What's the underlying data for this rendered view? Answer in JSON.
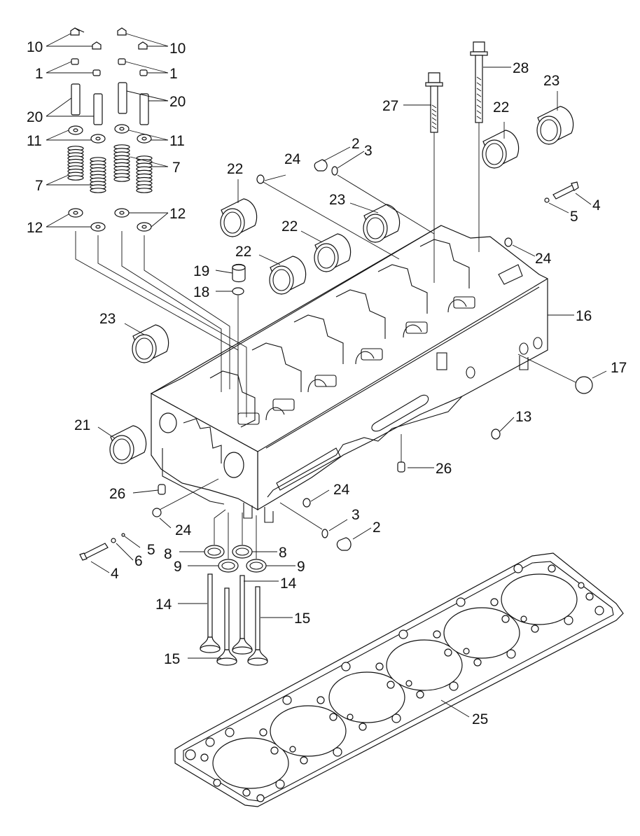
{
  "labels": [
    {
      "id": "c10a",
      "text": "10"
    },
    {
      "id": "c10b",
      "text": "10"
    },
    {
      "id": "c1a",
      "text": "1"
    },
    {
      "id": "c1b",
      "text": "1"
    },
    {
      "id": "c20a",
      "text": "20"
    },
    {
      "id": "c20b",
      "text": "20"
    },
    {
      "id": "c11a",
      "text": "11"
    },
    {
      "id": "c11b",
      "text": "11"
    },
    {
      "id": "c7a",
      "text": "7"
    },
    {
      "id": "c7b",
      "text": "7"
    },
    {
      "id": "c12a",
      "text": "12"
    },
    {
      "id": "c12b",
      "text": "12"
    },
    {
      "id": "c19",
      "text": "19"
    },
    {
      "id": "c18",
      "text": "18"
    },
    {
      "id": "c22a",
      "text": "22"
    },
    {
      "id": "c22b",
      "text": "22"
    },
    {
      "id": "c22c",
      "text": "22"
    },
    {
      "id": "c22d",
      "text": "22"
    },
    {
      "id": "c23a",
      "text": "23"
    },
    {
      "id": "c23b",
      "text": "23"
    },
    {
      "id": "c23c",
      "text": "23"
    },
    {
      "id": "c24a",
      "text": "24"
    },
    {
      "id": "c24b",
      "text": "24"
    },
    {
      "id": "c24c",
      "text": "24"
    },
    {
      "id": "c24d",
      "text": "24"
    },
    {
      "id": "c2a",
      "text": "2"
    },
    {
      "id": "c2b",
      "text": "2"
    },
    {
      "id": "c3a",
      "text": "3"
    },
    {
      "id": "c3b",
      "text": "3"
    },
    {
      "id": "c27",
      "text": "27"
    },
    {
      "id": "c28",
      "text": "28"
    },
    {
      "id": "c4a",
      "text": "4"
    },
    {
      "id": "c4b",
      "text": "4"
    },
    {
      "id": "c5a",
      "text": "5"
    },
    {
      "id": "c5b",
      "text": "5"
    },
    {
      "id": "c6",
      "text": "6"
    },
    {
      "id": "c16",
      "text": "16"
    },
    {
      "id": "c17",
      "text": "17"
    },
    {
      "id": "c13",
      "text": "13"
    },
    {
      "id": "c21",
      "text": "21"
    },
    {
      "id": "c26a",
      "text": "26"
    },
    {
      "id": "c26b",
      "text": "26"
    },
    {
      "id": "c8a",
      "text": "8"
    },
    {
      "id": "c8b",
      "text": "8"
    },
    {
      "id": "c9a",
      "text": "9"
    },
    {
      "id": "c9b",
      "text": "9"
    },
    {
      "id": "c14a",
      "text": "14"
    },
    {
      "id": "c14b",
      "text": "14"
    },
    {
      "id": "c15a",
      "text": "15"
    },
    {
      "id": "c15b",
      "text": "15"
    },
    {
      "id": "c25",
      "text": "25"
    }
  ]
}
